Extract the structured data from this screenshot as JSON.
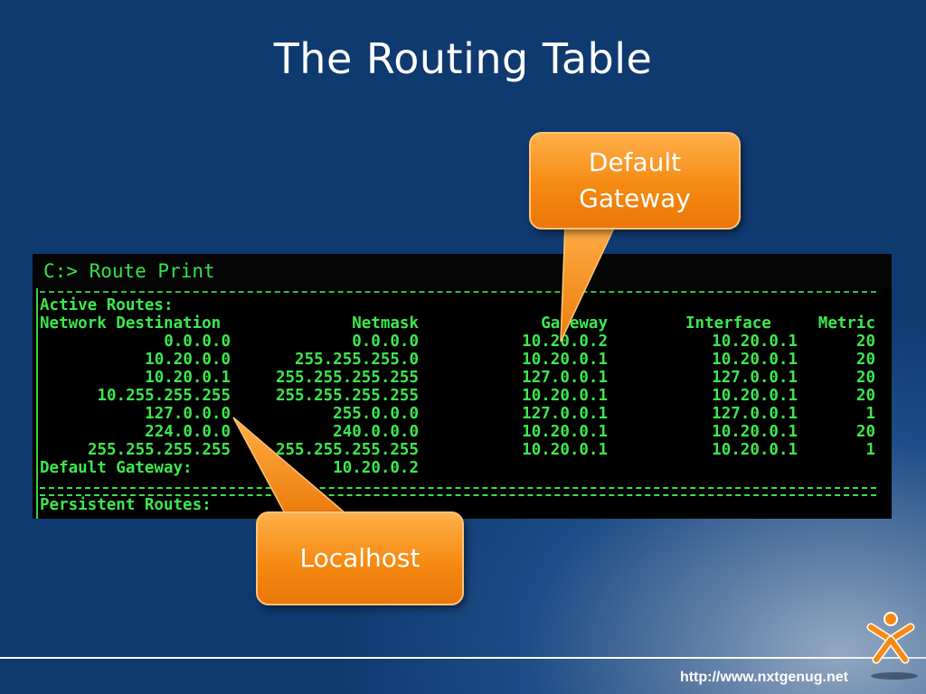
{
  "slide": {
    "title": "The Routing Table",
    "footer_url": "http://www.nxtgenug.net",
    "logo": "nxtgenug-figure-logo"
  },
  "console": {
    "command": "C:> Route Print",
    "active_routes_label": "Active Routes:",
    "columns": [
      "Network Destination",
      "Netmask",
      "Gateway",
      "Interface",
      "Metric"
    ],
    "rows": [
      [
        "0.0.0.0",
        "0.0.0.0",
        "10.20.0.2",
        "10.20.0.1",
        "20"
      ],
      [
        "10.20.0.0",
        "255.255.255.0",
        "10.20.0.1",
        "10.20.0.1",
        "20"
      ],
      [
        "10.20.0.1",
        "255.255.255.255",
        "127.0.0.1",
        "127.0.0.1",
        "20"
      ],
      [
        "10.255.255.255",
        "255.255.255.255",
        "10.20.0.1",
        "10.20.0.1",
        "20"
      ],
      [
        "127.0.0.0",
        "255.0.0.0",
        "127.0.0.1",
        "127.0.0.1",
        "1"
      ],
      [
        "224.0.0.0",
        "240.0.0.0",
        "10.20.0.1",
        "10.20.0.1",
        "20"
      ],
      [
        "255.255.255.255",
        "255.255.255.255",
        "10.20.0.1",
        "10.20.0.1",
        "1"
      ]
    ],
    "default_gateway_label": "Default Gateway:",
    "default_gateway_value": "10.20.0.2",
    "persistent_routes_label": "Persistent Routes:"
  },
  "callouts": {
    "default_gateway": [
      "Default",
      "Gateway"
    ],
    "localhost": "Localhost"
  },
  "colors": {
    "background": "#0f3a70",
    "console_text": "#3ce84d",
    "callout": "#f58a12"
  }
}
